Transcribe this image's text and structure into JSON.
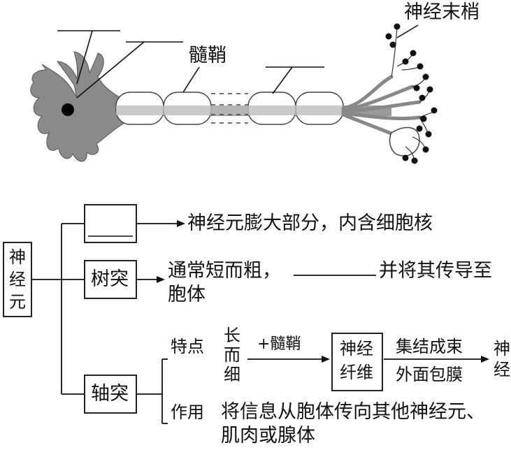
{
  "labels": {
    "nerve_endings": "神经末梢",
    "myelin_sheath": "髓鞘"
  },
  "concept_map": {
    "root": "神经元",
    "cell_body_desc": "神经元膨大部分，内含细胞核",
    "dendrite": "树突",
    "dendrite_desc_a": "通常短而粗，",
    "dendrite_desc_b": "并将其传导至",
    "dendrite_desc_c": "胞体",
    "axon": "轴突",
    "feature": "特点",
    "long_thin": "长而细",
    "plus_myelin": "+髓鞘",
    "nerve_fiber": "神经纤维",
    "bundle": "集结成束",
    "outer_membrane": "外面包膜",
    "nerve_cut": "神经",
    "function": "作用",
    "function_desc_a": "将信息从胞体传向其他神经元、",
    "function_desc_b": "肌肉或腺体"
  }
}
